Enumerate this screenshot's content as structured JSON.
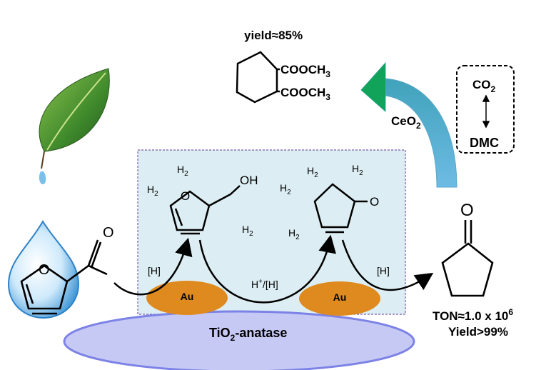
{
  "top_product": {
    "yield_label": "yield≈85%",
    "ester_1": "COOCH",
    "ester_2": "COOCH",
    "ester_sub": "3"
  },
  "catalyst": {
    "base": "CeO",
    "sub": "2"
  },
  "co2_box": {
    "co2": "CO",
    "co2_sub": "2",
    "dmc": "DMC"
  },
  "surface": {
    "base": "TiO",
    "sub": "2",
    "suffix": "-anatase"
  },
  "nanoparticles": [
    "Au",
    "Au"
  ],
  "hydrogen": {
    "base": "H",
    "sub": "2"
  },
  "furfuryl_alcohol": {
    "oh": "OH",
    "ring_o": "O"
  },
  "cyclopentenone": {
    "o": "O"
  },
  "furfural": {
    "ring_o": "O",
    "carbonyl_o": "O"
  },
  "cyclopentanone": {
    "o": "O"
  },
  "steps": {
    "h_step_1": "[H]",
    "h_step_2": "H",
    "h_step_2_sup": "+",
    "h_step_2_rest": "/[H]",
    "h_step_3": "[H]"
  },
  "results": {
    "ton_base": "TON≈1.0 x 10",
    "ton_sup": "6",
    "yield": "Yield>99%"
  },
  "colors": {
    "support": "#c7c9f5",
    "support_stroke": "#7d83e6",
    "gold": "#df8a1e",
    "box_fill": "#dceef3",
    "box_stroke": "#7a5aa8",
    "arrow_blue": "#6ab6dd",
    "arrow_green": "#12a35a"
  }
}
